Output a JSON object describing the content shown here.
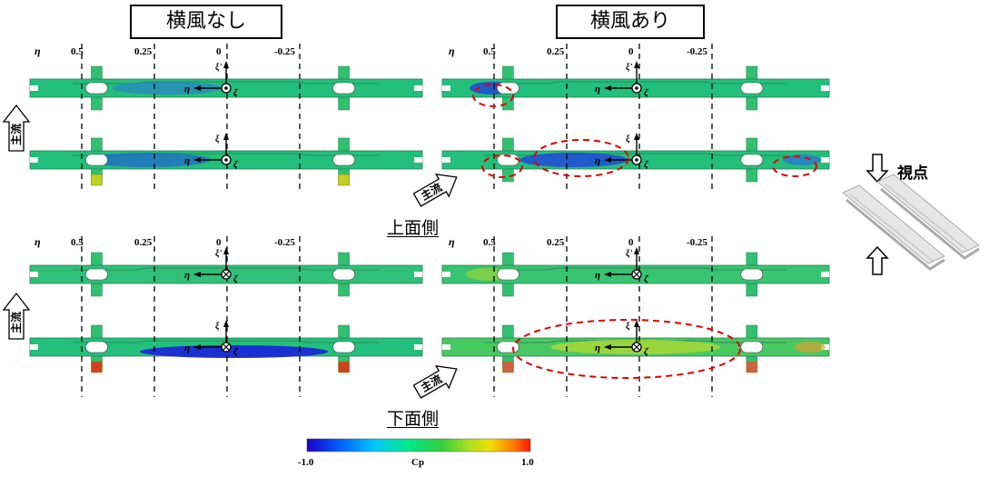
{
  "panels": {
    "no_wind_title": "横風なし",
    "wind_title": "横風あり",
    "upper_side": "上面側",
    "lower_side": "下面側"
  },
  "eta_ticks": [
    "η",
    "0.5",
    "0.25",
    "0",
    "-0.25"
  ],
  "axis_labels": {
    "eta": "η",
    "xi": "ξ",
    "xi_prime": "ξ'",
    "zeta": "ζ"
  },
  "flow_label": "主流",
  "viewpoint_label": "視点",
  "colorbar": {
    "min_label": "-1.0",
    "max_label": "1.0",
    "name": "Cp",
    "colors": [
      "#1a00c8",
      "#0060ff",
      "#00c8ff",
      "#00e88a",
      "#20c840",
      "#80e020",
      "#e8e000",
      "#ff8000",
      "#ff1a00"
    ]
  },
  "colors": {
    "surface": "#22c07a",
    "low_pressure": "#2040e0",
    "high_pressure": "#c8e020",
    "highlight": "#e00000"
  }
}
